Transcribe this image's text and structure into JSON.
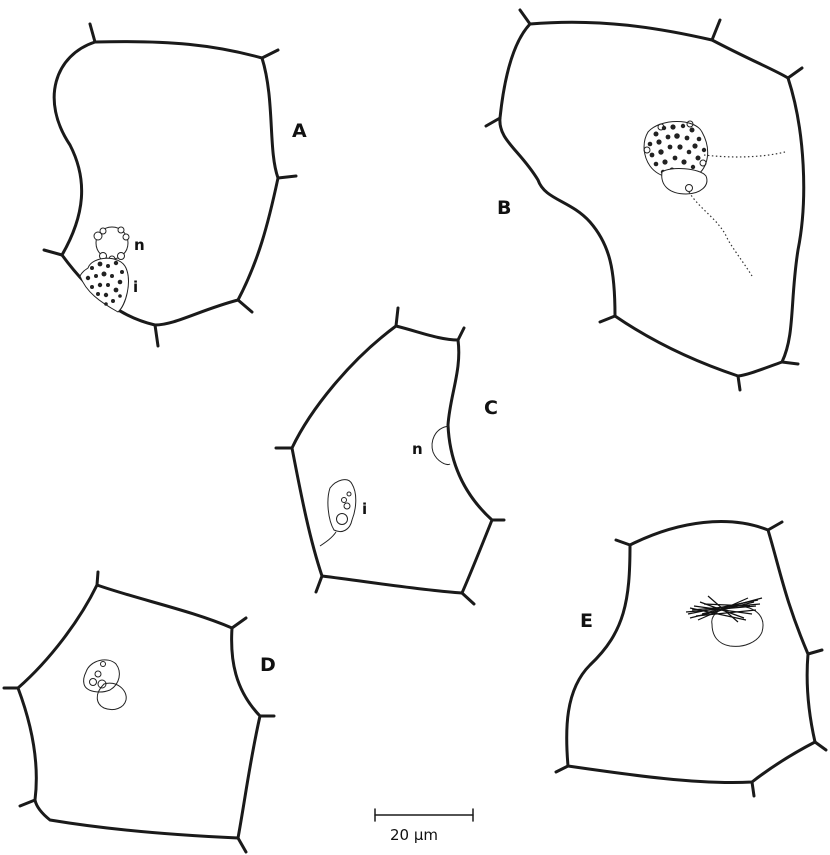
{
  "panels": {
    "a": {
      "letter": "A",
      "nucleus_label": "n",
      "inclusion_label": "i"
    },
    "b": {
      "letter": "B"
    },
    "c": {
      "letter": "C",
      "nucleus_label": "n",
      "inclusion_label": "i"
    },
    "d": {
      "letter": "D"
    },
    "e": {
      "letter": "E"
    }
  },
  "scale_bar": {
    "label": "20 μm"
  },
  "colors": {
    "ink": "#1a1a1a",
    "background": "#ffffff"
  }
}
